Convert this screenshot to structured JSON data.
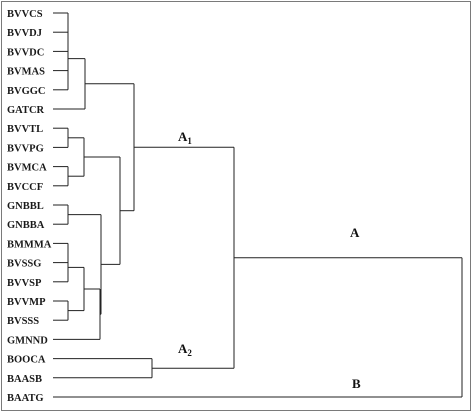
{
  "leaves": [
    "BVVCS",
    "BVVDJ",
    "BVVDC",
    "BVMAS",
    "BVGGC",
    "GATCR",
    "BVVTL",
    "BVVPG",
    "BVMCA",
    "BVCCF",
    "GNBBL",
    "GNBBA",
    "BMMMA",
    "BVSSG",
    "BVVSP",
    "BVVMP",
    "BVSSS",
    "GMNND",
    "BOOCA",
    "BAASB",
    "BAATG"
  ],
  "clusters": {
    "A": {
      "main": "A",
      "sub": ""
    },
    "A1": {
      "main": "A",
      "sub": "1"
    },
    "A2": {
      "main": "A",
      "sub": "2"
    },
    "B": {
      "main": "B",
      "sub": ""
    }
  }
}
